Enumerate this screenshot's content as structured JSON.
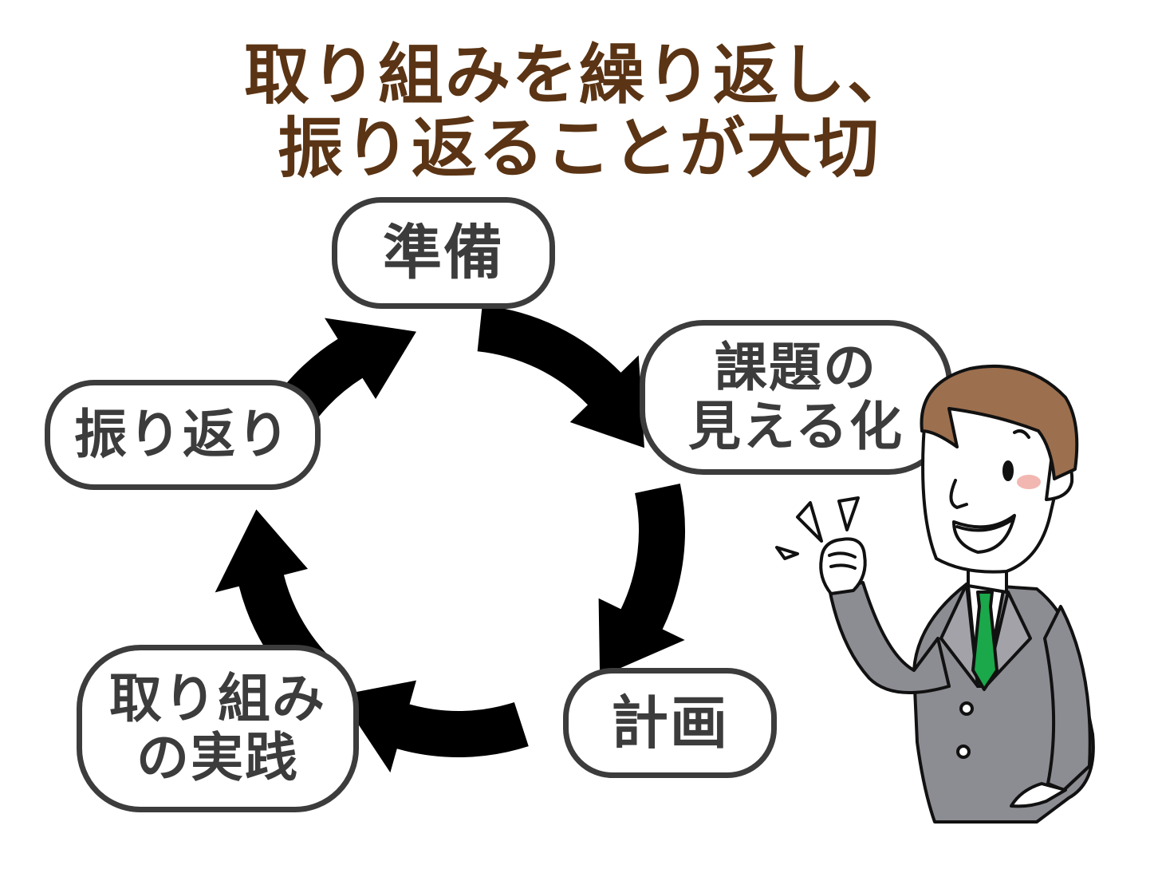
{
  "title": {
    "line1": "取り組みを繰り返し、",
    "line2": "振り返ることが大切"
  },
  "colors": {
    "title": "#5a3414",
    "node_border": "#3c3c3c",
    "node_text": "#3c3c3c",
    "arrow": "#000000",
    "suit": "#8c8c93",
    "hair": "#9c6f4e",
    "tie": "#1aa84a",
    "cheek": "#f2b7b1"
  },
  "cycle": {
    "nodes": [
      {
        "id": "prepare",
        "lines": [
          "準備"
        ]
      },
      {
        "id": "visualize",
        "lines": [
          "課題の",
          "見える化"
        ]
      },
      {
        "id": "plan",
        "lines": [
          "計画"
        ]
      },
      {
        "id": "practice",
        "lines": [
          "取り組み",
          "の実践"
        ]
      },
      {
        "id": "review",
        "lines": [
          "振り返り"
        ]
      }
    ],
    "direction": "clockwise"
  },
  "illustration": {
    "icon": "businessman-fist-pump-icon"
  }
}
